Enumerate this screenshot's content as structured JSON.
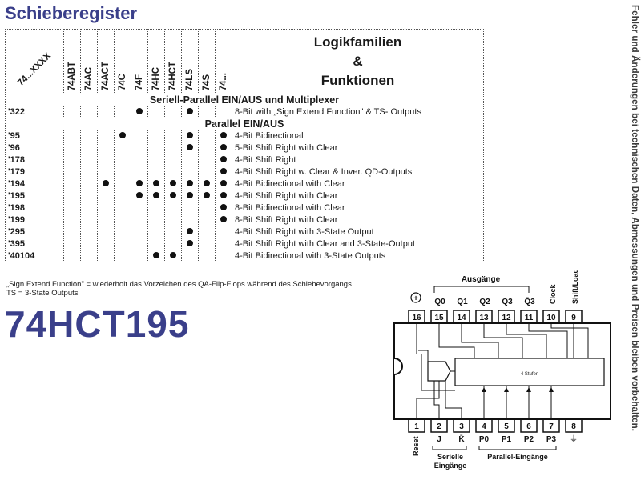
{
  "title": "Schieberegister",
  "side_note": "Fehler und Änderungen bei technischen Daten, Abmessungen und Preisen bleiben vorbehalten.",
  "table": {
    "first_header": "74...XXXX",
    "family_headers": [
      "74ABT",
      "74AC",
      "74ACT",
      "74C",
      "74F",
      "74HC",
      "74HCT",
      "74LS",
      "74S",
      "74..."
    ],
    "func_header": [
      "Logikfamilien",
      "&",
      "Funktionen"
    ],
    "sections": [
      {
        "title": "Seriell-Parallel EIN/AUS und Multiplexer",
        "rows": [
          {
            "num": "'322",
            "dots": [
              0,
              0,
              0,
              0,
              1,
              0,
              0,
              1,
              0,
              0
            ],
            "desc": "8-Bit with „Sign Extend Function\" & TS- Outputs"
          }
        ]
      },
      {
        "title": "Parallel EIN/AUS",
        "rows": [
          {
            "num": "'95",
            "dots": [
              0,
              0,
              0,
              1,
              0,
              0,
              0,
              1,
              0,
              1
            ],
            "desc": "4-Bit Bidirectional"
          },
          {
            "num": "'96",
            "dots": [
              0,
              0,
              0,
              0,
              0,
              0,
              0,
              1,
              0,
              1
            ],
            "desc": "5-Bit Shift Right with Clear"
          },
          {
            "num": "'178",
            "dots": [
              0,
              0,
              0,
              0,
              0,
              0,
              0,
              0,
              0,
              1
            ],
            "desc": "4-Bit Shift Right"
          },
          {
            "num": "'179",
            "dots": [
              0,
              0,
              0,
              0,
              0,
              0,
              0,
              0,
              0,
              1
            ],
            "desc": "4-Bit Shift Right w. Clear & Inver. QD-Outputs"
          },
          {
            "num": "'194",
            "dots": [
              0,
              0,
              1,
              0,
              1,
              1,
              1,
              1,
              1,
              1
            ],
            "desc": "4-Bit Bidirectional with Clear"
          },
          {
            "num": "'195",
            "dots": [
              0,
              0,
              0,
              0,
              1,
              1,
              1,
              1,
              1,
              1
            ],
            "desc": "4-Bit Shift Right with Clear"
          },
          {
            "num": "'198",
            "dots": [
              0,
              0,
              0,
              0,
              0,
              0,
              0,
              0,
              0,
              1
            ],
            "desc": "8-Bit Bidirectional with Clear"
          },
          {
            "num": "'199",
            "dots": [
              0,
              0,
              0,
              0,
              0,
              0,
              0,
              0,
              0,
              1
            ],
            "desc": "8-Bit Shift Right with Clear"
          },
          {
            "num": "'295",
            "dots": [
              0,
              0,
              0,
              0,
              0,
              0,
              0,
              1,
              0,
              0
            ],
            "desc": "4-Bit Shift Right with 3-State Output"
          },
          {
            "num": "'395",
            "dots": [
              0,
              0,
              0,
              0,
              0,
              0,
              0,
              1,
              0,
              0
            ],
            "desc": "4-Bit Shift Right with Clear and 3-State-Output"
          },
          {
            "num": "'40104",
            "dots": [
              0,
              0,
              0,
              0,
              0,
              1,
              1,
              0,
              0,
              0
            ],
            "desc": "4-Bit Bidirectional with 3-State Outputs"
          }
        ]
      }
    ]
  },
  "footnote": {
    "line1": "„Sign Extend Function\" = wiederholt das Vorzeichen des QA-Flip-Flops während des Schiebevorgangs",
    "line2": "TS = 3-State Outputs"
  },
  "part_number": "74HCT195",
  "pinout": {
    "top_group_label": "Ausgänge",
    "top_pins": [
      "16",
      "15",
      "14",
      "13",
      "12",
      "11",
      "10",
      "9"
    ],
    "top_labels": [
      "Q0",
      "Q1",
      "Q2",
      "Q3",
      "Q̄3",
      "Clock",
      "Shift/Load"
    ],
    "bottom_pins": [
      "1",
      "2",
      "3",
      "4",
      "5",
      "6",
      "7",
      "8"
    ],
    "bottom_labels": [
      "Reset",
      "J",
      "K̄",
      "P0",
      "P1",
      "P2",
      "P3"
    ],
    "center_label": "4 Stufen",
    "serial_label": [
      "Serielle",
      "Eingänge"
    ],
    "parallel_label": "Parallel-Eingänge",
    "vcc_symbol": "+",
    "gnd_symbol": "⏚"
  }
}
